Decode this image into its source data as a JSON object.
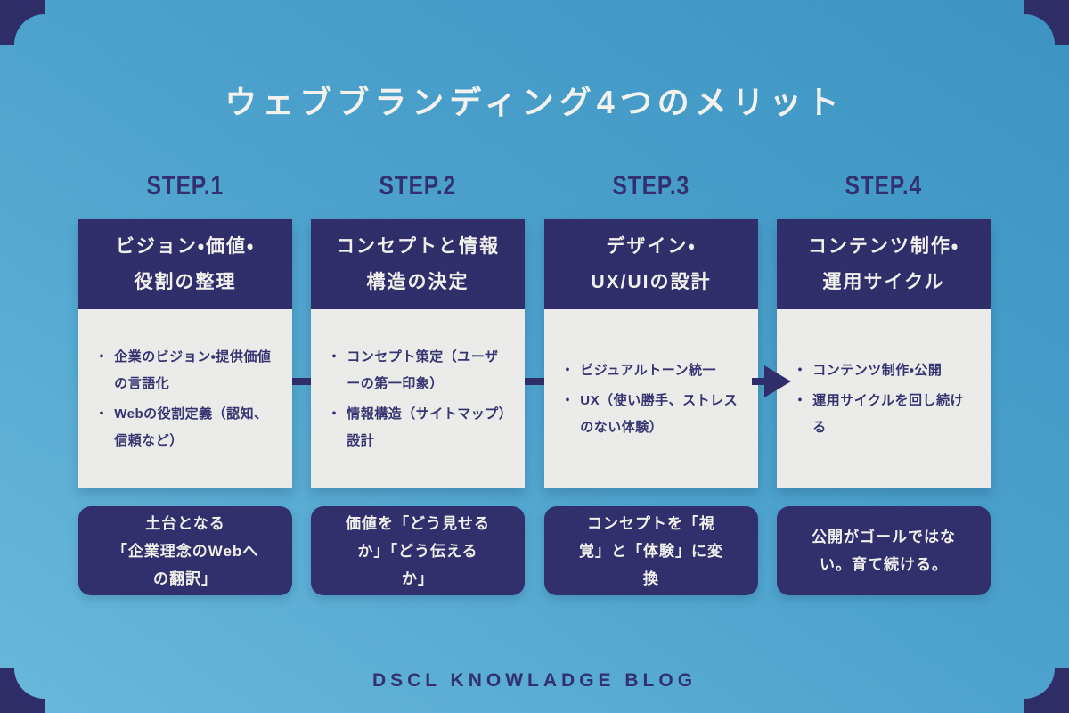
{
  "title": "ウェブブランディング4つのメリット",
  "footer": "DSCL KNOWLADGE BLOG",
  "colors": {
    "navy": "#2d2b68",
    "background_light": "#67b8dc",
    "background_dark": "#3a93c2",
    "card_body": "#ececea",
    "text_light": "#f2f1ee"
  },
  "steps": [
    {
      "label": "STEP.1",
      "header_lines": [
        "ビジョン・価値・",
        "役割の整理"
      ],
      "bullets": [
        "企業のビジョン・提供価値の言語化",
        "Webの役割定義（認知、信頼など）"
      ],
      "summary_lines": [
        "土台となる",
        "「企業理念のWebへ",
        "の翻訳」"
      ]
    },
    {
      "label": "STEP.2",
      "header_lines": [
        "コンセプトと情報",
        "構造の決定"
      ],
      "bullets": [
        "コンセプト策定（ユーザーの第一印象）",
        "情報構造（サイトマップ）設計"
      ],
      "summary_lines": [
        "価値を「どう見せる",
        "か」「どう伝える",
        "か」"
      ]
    },
    {
      "label": "STEP.3",
      "header_lines": [
        "デザイン・",
        "UX/UIの設計"
      ],
      "bullets": [
        "ビジュアルトーン統一",
        "UX（使い勝手、ストレスのない体験）"
      ],
      "summary_lines": [
        "コンセプトを「視",
        "覚」と「体験」に変",
        "換"
      ]
    },
    {
      "label": "STEP.4",
      "header_lines": [
        "コンテンツ制作・",
        "運用サイクル"
      ],
      "bullets": [
        "コンテンツ制作・公開",
        "運用サイクルを回し続ける"
      ],
      "summary_lines": [
        "公開がゴールではな",
        "い。育て続ける。"
      ]
    }
  ]
}
